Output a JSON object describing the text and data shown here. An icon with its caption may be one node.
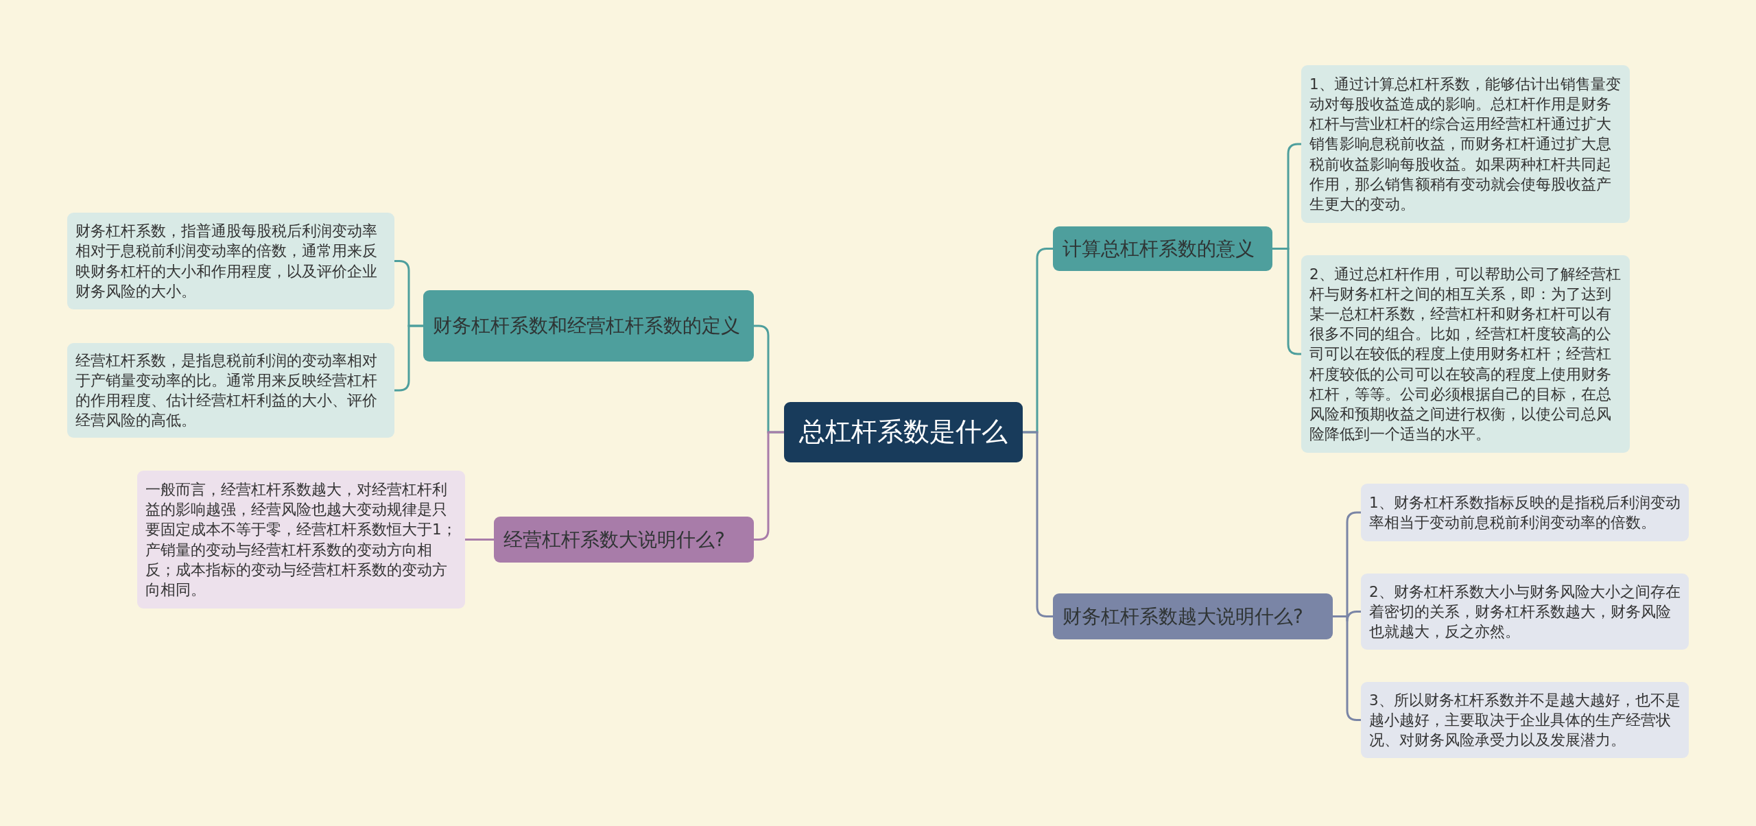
{
  "diagram": {
    "nodes": [
      {
        "text": [
          "总杠杆系数是什么"
        ]
      },
      {
        "text": [
          "财务杠杆系数和经营杠杆系数的定义"
        ]
      },
      {
        "text": [
          "财务杠杆系数，指普通股每股税后利润变动率相对于息税前利润变动率的倍数，通常用来反映财务杠杆的大小和作用程度，以及评价企业财务风险的大小。"
        ]
      },
      {
        "text": [
          "经营杠杆系数，是指息税前利润的变动率相对于产销量变动率的比。通常用来反映经营杠杆的作用程度、估计经营杠杆利益的大小、评价经营风险的高低。"
        ]
      },
      {
        "text": [
          "经营杠杆系数大说明什么?"
        ]
      },
      {
        "text": [
          "一般而言，经营杠杆系数越大，对经营杠杆利益的影响越强，经营风险也越大变动规律是只要固定成本不等于零，经营杠杆系数恒大于1；产销量的变动与经营杠杆系数的变动方向相反；成本指标的变动与经营杠杆系数的变动方向相同。"
        ]
      },
      {
        "text": [
          "计算总杠杆系数的意义"
        ]
      },
      {
        "text": [
          "1、通过计算总杠杆系数，能够估计出销售量变动对每股收益造成的影响。总杠杆作用是财务杠杆与营业杠杆的综合运用经营杠杆通过扩大销售影响息税前收益，而财务杠杆通过扩大息税前收益影响每股收益。如果两种杠杆共同起作用，那么销售额稍有变动就会使每股收益产生更大的变动。"
        ]
      },
      {
        "text": [
          "2、通过总杠杆作用，可以帮助公司了解经营杠杆与财务杠杆之间的相互关系，即：为了达到某一总杠杆系数，经营杠杆和财务杠杆可以有很多不同的组合。比如，经营杠杆度较高的公司可以在较低的程度上使用财务杠杆；经营杠杆度较低的公司可以在较高的程度上使用财务杠杆，等等。公司必须根据自己的目标，在总风险和预期收益之间进行权衡，以使公司总风险降低到一个适当的水平。"
        ]
      },
      {
        "text": [
          "财务杠杆系数越大说明什么?"
        ]
      },
      {
        "text": [
          "1、财务杠杆系数指标反映的是指税后利润变动率相当于变动前息税前利润变动率的倍数。"
        ]
      },
      {
        "text": [
          "2、财务杠杆系数大小与财务风险大小之间存在着密切的关系，财务杠杆系数越大，财务风险也就越大，反之亦然。"
        ]
      },
      {
        "text": [
          "3、所以财务杠杆系数并不是越大越好，也不是越小越好，主要取决于企业具体的生产经营状况、对财务风险承受力以及发展潜力。"
        ]
      }
    ],
    "edges": [
      {
        "from": 0,
        "to": 1,
        "arrow": "none"
      },
      {
        "from": 1,
        "to": 2,
        "arrow": "none"
      },
      {
        "from": 1,
        "to": 3,
        "arrow": "none"
      },
      {
        "from": 0,
        "to": 4,
        "arrow": "none",
        "color": "#a87ca9"
      },
      {
        "from": 4,
        "to": 5,
        "arrow": "none",
        "color": "#a87ca9"
      },
      {
        "from": 0,
        "to": 6,
        "arrow": "none"
      },
      {
        "from": 6,
        "to": 7,
        "arrow": "none"
      },
      {
        "from": 6,
        "to": 8,
        "arrow": "none"
      },
      {
        "from": 0,
        "to": 9,
        "arrow": "none",
        "color": "#7a85a6"
      },
      {
        "from": 9,
        "to": 10,
        "arrow": "none",
        "color": "#7a85a6"
      },
      {
        "from": 9,
        "to": 11,
        "arrow": "none",
        "color": "#7a85a6"
      },
      {
        "from": 9,
        "to": 12,
        "arrow": "none",
        "color": "#7a85a6"
      }
    ]
  }
}
